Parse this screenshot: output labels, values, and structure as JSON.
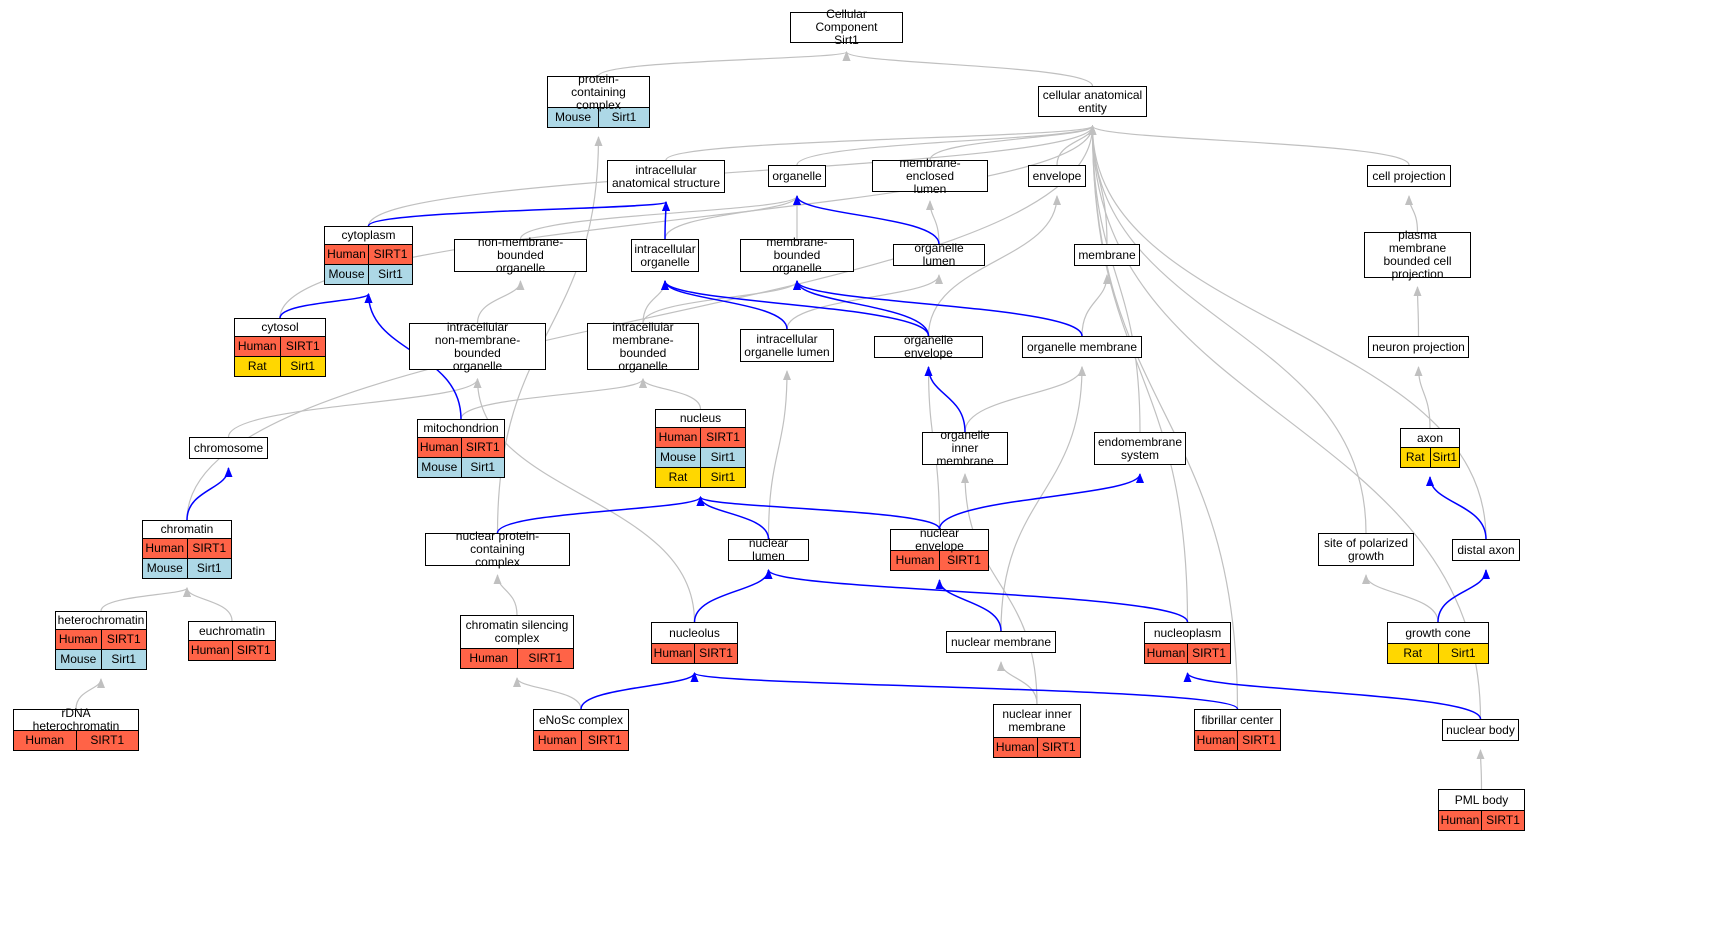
{
  "colors": {
    "human": "#ff6347",
    "mouse": "#add8e6",
    "rat": "#ffd700",
    "gray_edge": "#c0c0c0",
    "blue_edge": "#0000ff"
  },
  "nodes": {
    "root": {
      "label": "Cellular Component\nSirt1"
    },
    "cae": {
      "label": "cellular anatomical\nentity"
    },
    "pcc": {
      "label": "protein-containing\ncomplex",
      "rows": [
        [
          "Mouse",
          "Sirt1"
        ]
      ]
    },
    "ias": {
      "label": "intracellular\nanatomical structure"
    },
    "org": {
      "label": "organelle"
    },
    "mel": {
      "label": "membrane-enclosed\nlumen"
    },
    "env": {
      "label": "envelope"
    },
    "cp": {
      "label": "cell projection"
    },
    "cyto": {
      "label": "cytoplasm",
      "rows": [
        [
          "Human",
          "SIRT1"
        ],
        [
          "Mouse",
          "Sirt1"
        ]
      ]
    },
    "nmbo": {
      "label": "non-membrane-bounded\norganelle"
    },
    "io": {
      "label": "intracellular\norganelle"
    },
    "mbo": {
      "label": "membrane-bounded\norganelle"
    },
    "ol": {
      "label": "organelle lumen"
    },
    "mem": {
      "label": "membrane"
    },
    "pmbcp": {
      "label": "plasma membrane\nbounded cell\nprojection"
    },
    "cytosol": {
      "label": "cytosol",
      "rows": [
        [
          "Human",
          "SIRT1"
        ],
        [
          "Rat",
          "Sirt1"
        ]
      ]
    },
    "inmbo": {
      "label": "intracellular\nnon-membrane-bounded\norganelle"
    },
    "imbo": {
      "label": "intracellular\nmembrane-bounded\norganelle"
    },
    "iol": {
      "label": "intracellular\norganelle lumen"
    },
    "oenv": {
      "label": "organelle envelope"
    },
    "omem": {
      "label": "organelle membrane"
    },
    "np": {
      "label": "neuron projection"
    },
    "mito": {
      "label": "mitochondrion",
      "rows": [
        [
          "Human",
          "SIRT1"
        ],
        [
          "Mouse",
          "Sirt1"
        ]
      ]
    },
    "nucleus": {
      "label": "nucleus",
      "rows": [
        [
          "Human",
          "SIRT1"
        ],
        [
          "Mouse",
          "Sirt1"
        ],
        [
          "Rat",
          "Sirt1"
        ]
      ]
    },
    "chrom": {
      "label": "chromosome"
    },
    "oim": {
      "label": "organelle inner\nmembrane"
    },
    "ems": {
      "label": "endomembrane\nsystem"
    },
    "axon": {
      "label": "axon",
      "rows": [
        [
          "Rat",
          "Sirt1"
        ]
      ]
    },
    "chromatin": {
      "label": "chromatin",
      "rows": [
        [
          "Human",
          "SIRT1"
        ],
        [
          "Mouse",
          "Sirt1"
        ]
      ]
    },
    "npcc": {
      "label": "nuclear protein-containing\ncomplex"
    },
    "nl": {
      "label": "nuclear lumen"
    },
    "ne": {
      "label": "nuclear envelope",
      "rows": [
        [
          "Human",
          "SIRT1"
        ]
      ]
    },
    "spg": {
      "label": "site of polarized\ngrowth"
    },
    "da": {
      "label": "distal axon"
    },
    "hc": {
      "label": "heterochromatin",
      "rows": [
        [
          "Human",
          "SIRT1"
        ],
        [
          "Mouse",
          "Sirt1"
        ]
      ]
    },
    "ec": {
      "label": "euchromatin",
      "rows": [
        [
          "Human",
          "SIRT1"
        ]
      ]
    },
    "csc": {
      "label": "chromatin silencing\ncomplex",
      "rows": [
        [
          "Human",
          "SIRT1"
        ]
      ]
    },
    "nucleolus": {
      "label": "nucleolus",
      "rows": [
        [
          "Human",
          "SIRT1"
        ]
      ]
    },
    "nm": {
      "label": "nuclear membrane"
    },
    "nplasm": {
      "label": "nucleoplasm",
      "rows": [
        [
          "Human",
          "SIRT1"
        ]
      ]
    },
    "gc": {
      "label": "growth cone",
      "rows": [
        [
          "Rat",
          "Sirt1"
        ]
      ]
    },
    "rdna": {
      "label": "rDNA heterochromatin",
      "rows": [
        [
          "Human",
          "SIRT1"
        ]
      ]
    },
    "enosc": {
      "label": "eNoSc complex",
      "rows": [
        [
          "Human",
          "SIRT1"
        ]
      ]
    },
    "nim": {
      "label": "nuclear inner\nmembrane",
      "rows": [
        [
          "Human",
          "SIRT1"
        ]
      ]
    },
    "fc": {
      "label": "fibrillar center",
      "rows": [
        [
          "Human",
          "SIRT1"
        ]
      ]
    },
    "nb": {
      "label": "nuclear body"
    },
    "pml": {
      "label": "PML body",
      "rows": [
        [
          "Human",
          "SIRT1"
        ]
      ]
    }
  }
}
